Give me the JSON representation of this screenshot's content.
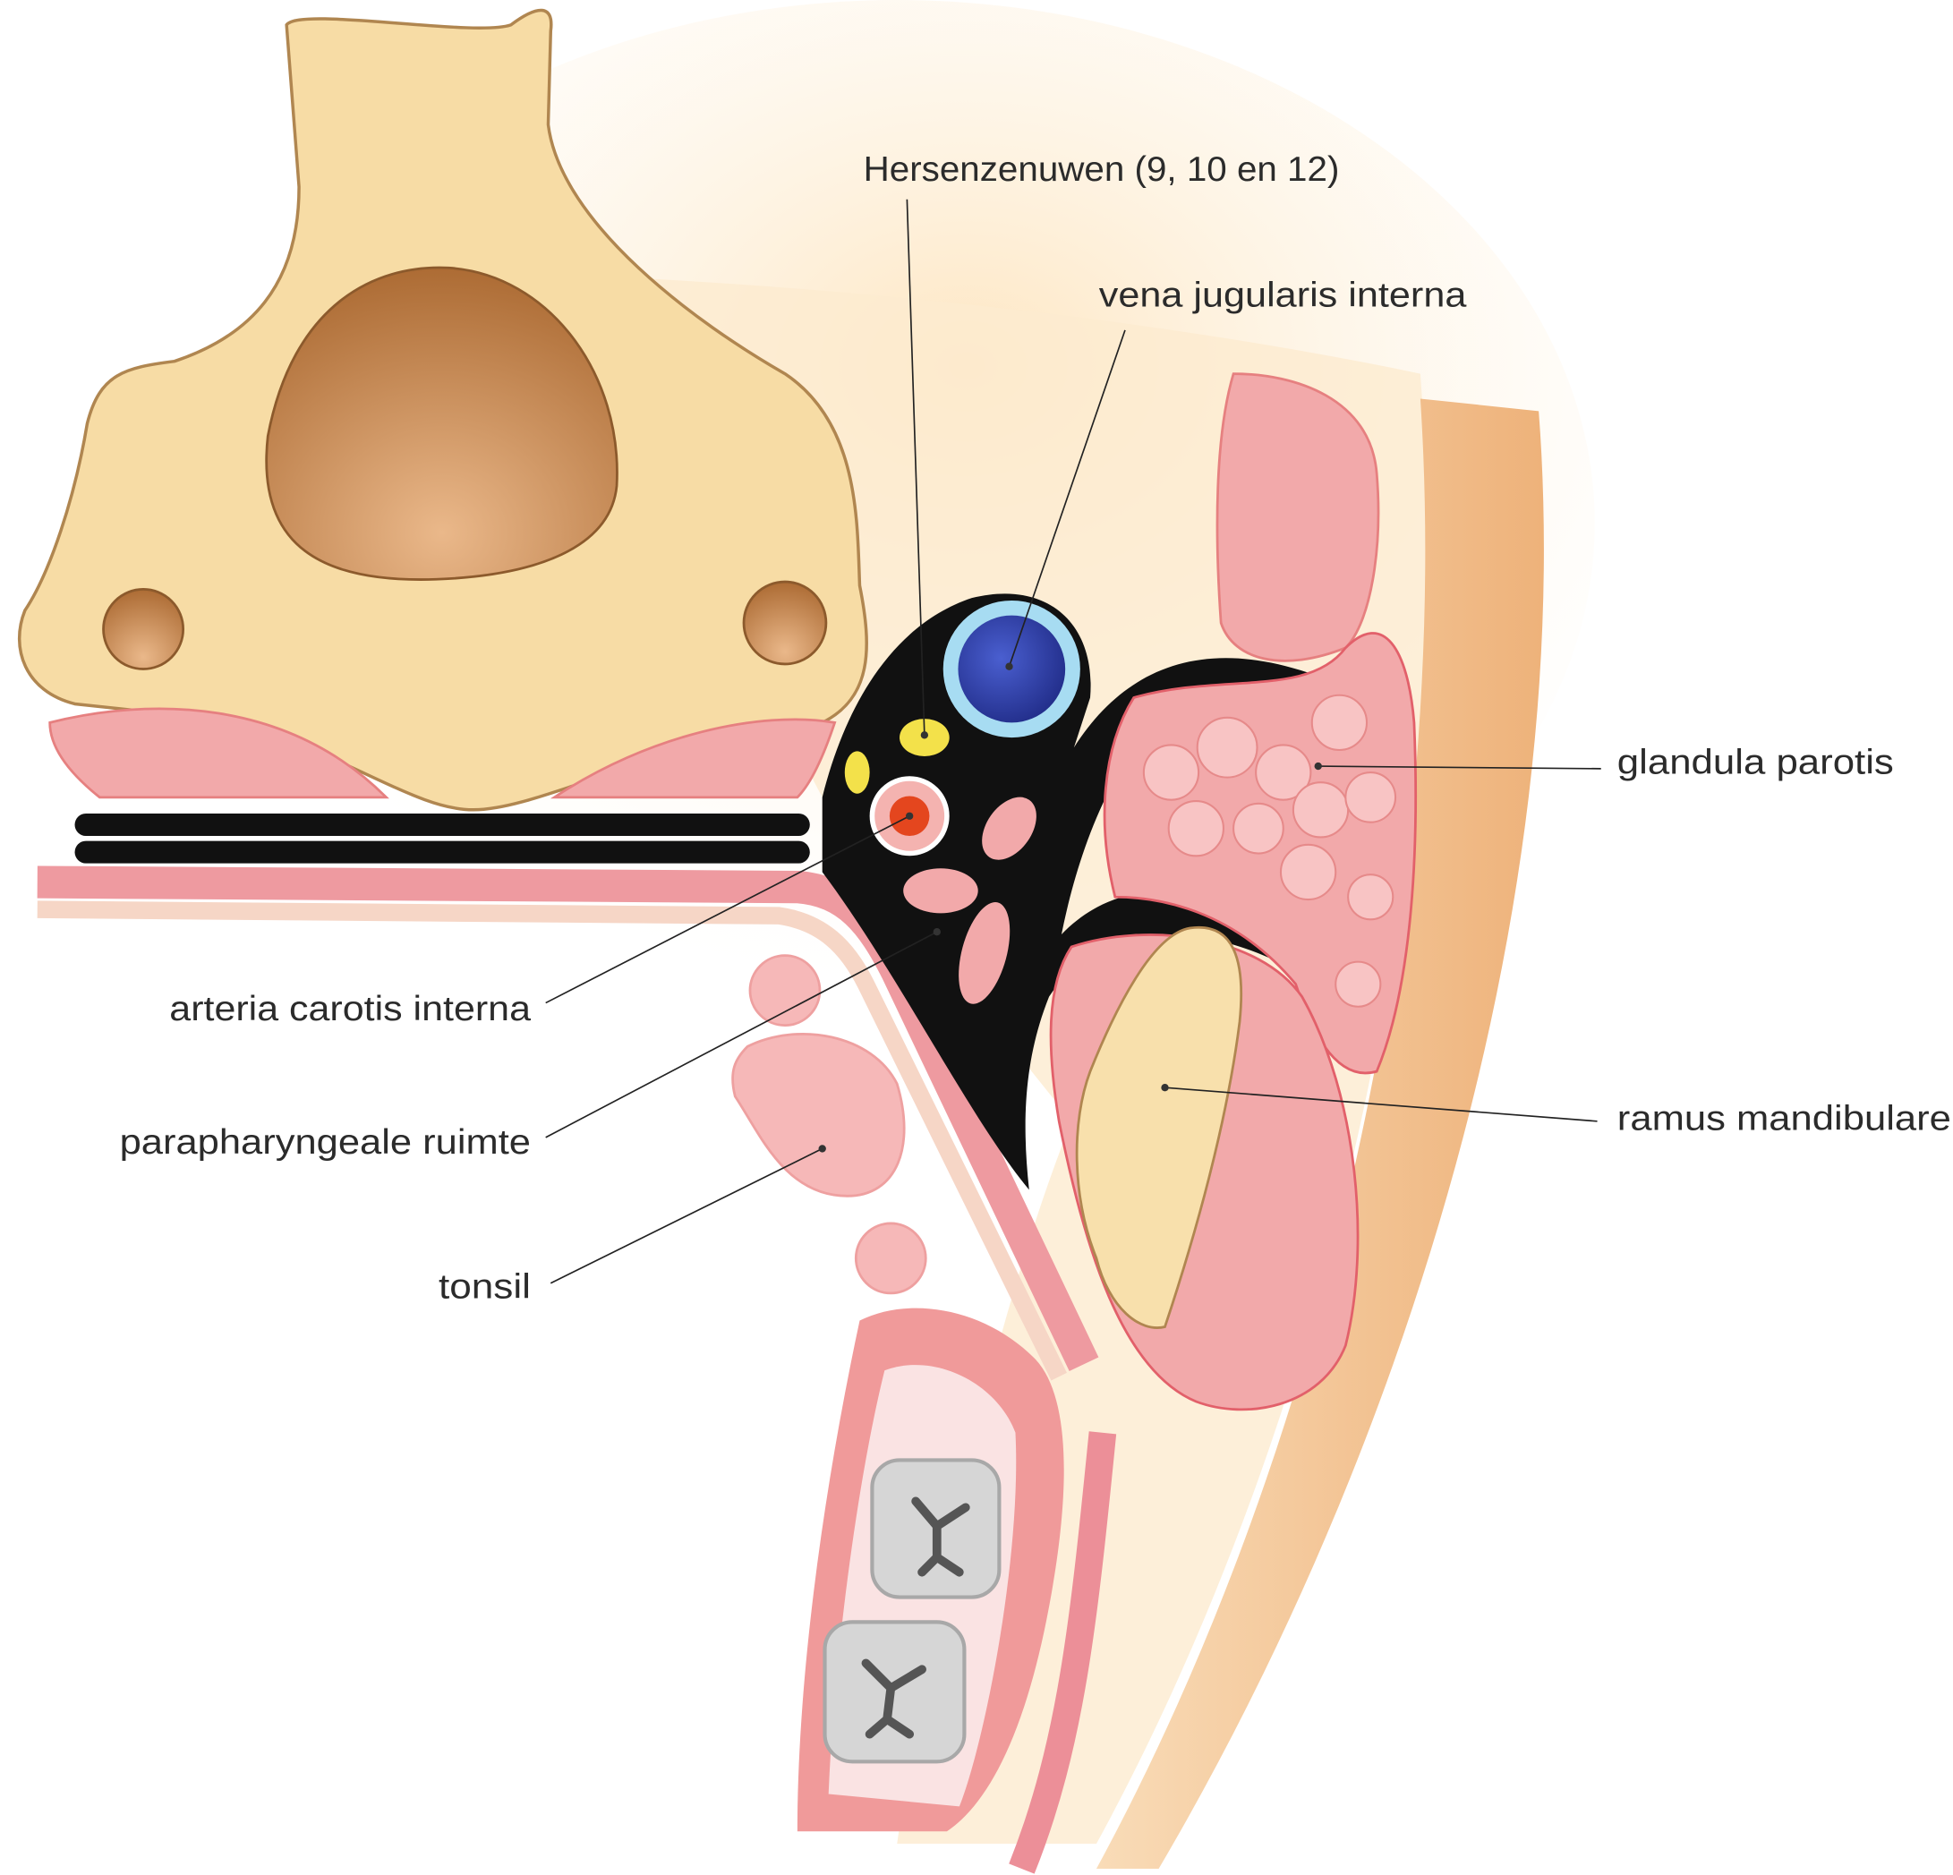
{
  "diagram": {
    "subject": "parapharyngeale ruimte",
    "labels": {
      "cranial_nerves": "Hersenzenuwen (9, 10 en 12)",
      "vena_jugularis": "vena jugularis interna",
      "glandula_parotis": "glandula parotis",
      "ramus_mandibulare": "ramus mandibulare",
      "arteria_carotis": "arteria carotis interna",
      "parapharyngeal_space": "parapharyngeale ruimte",
      "tonsil": "tonsil"
    },
    "colors": {
      "bone": "#f7dca5",
      "bone_outline": "#b08650",
      "muscle": "#f2a9aa",
      "fat_space": "#111111",
      "vein": "#2f3ea8",
      "artery": "#e4461e",
      "nerve": "#f3e14a",
      "skin": "#f5c592"
    }
  }
}
